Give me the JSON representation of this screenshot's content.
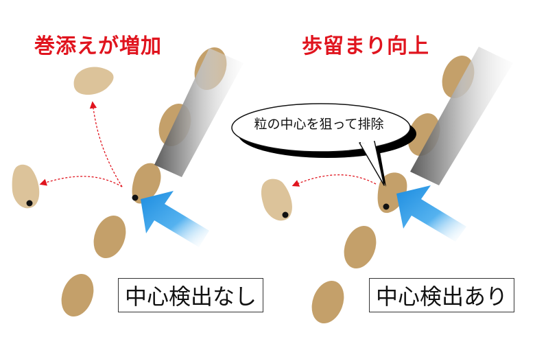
{
  "left_panel": {
    "title": "巻添えが増加",
    "label": "中心検出なし"
  },
  "right_panel": {
    "title": "歩留まり向上",
    "label": "中心検出あり",
    "callout": "粒の中心を狙って排除"
  },
  "colors": {
    "title_red": "#e0141e",
    "grain": "#c4a06a",
    "grain_ejected": "#dcc39a",
    "arrow_blue": "#1e8fe0",
    "dashed_red": "#e0141e",
    "nozzle_gray": "#6e6e6e"
  }
}
